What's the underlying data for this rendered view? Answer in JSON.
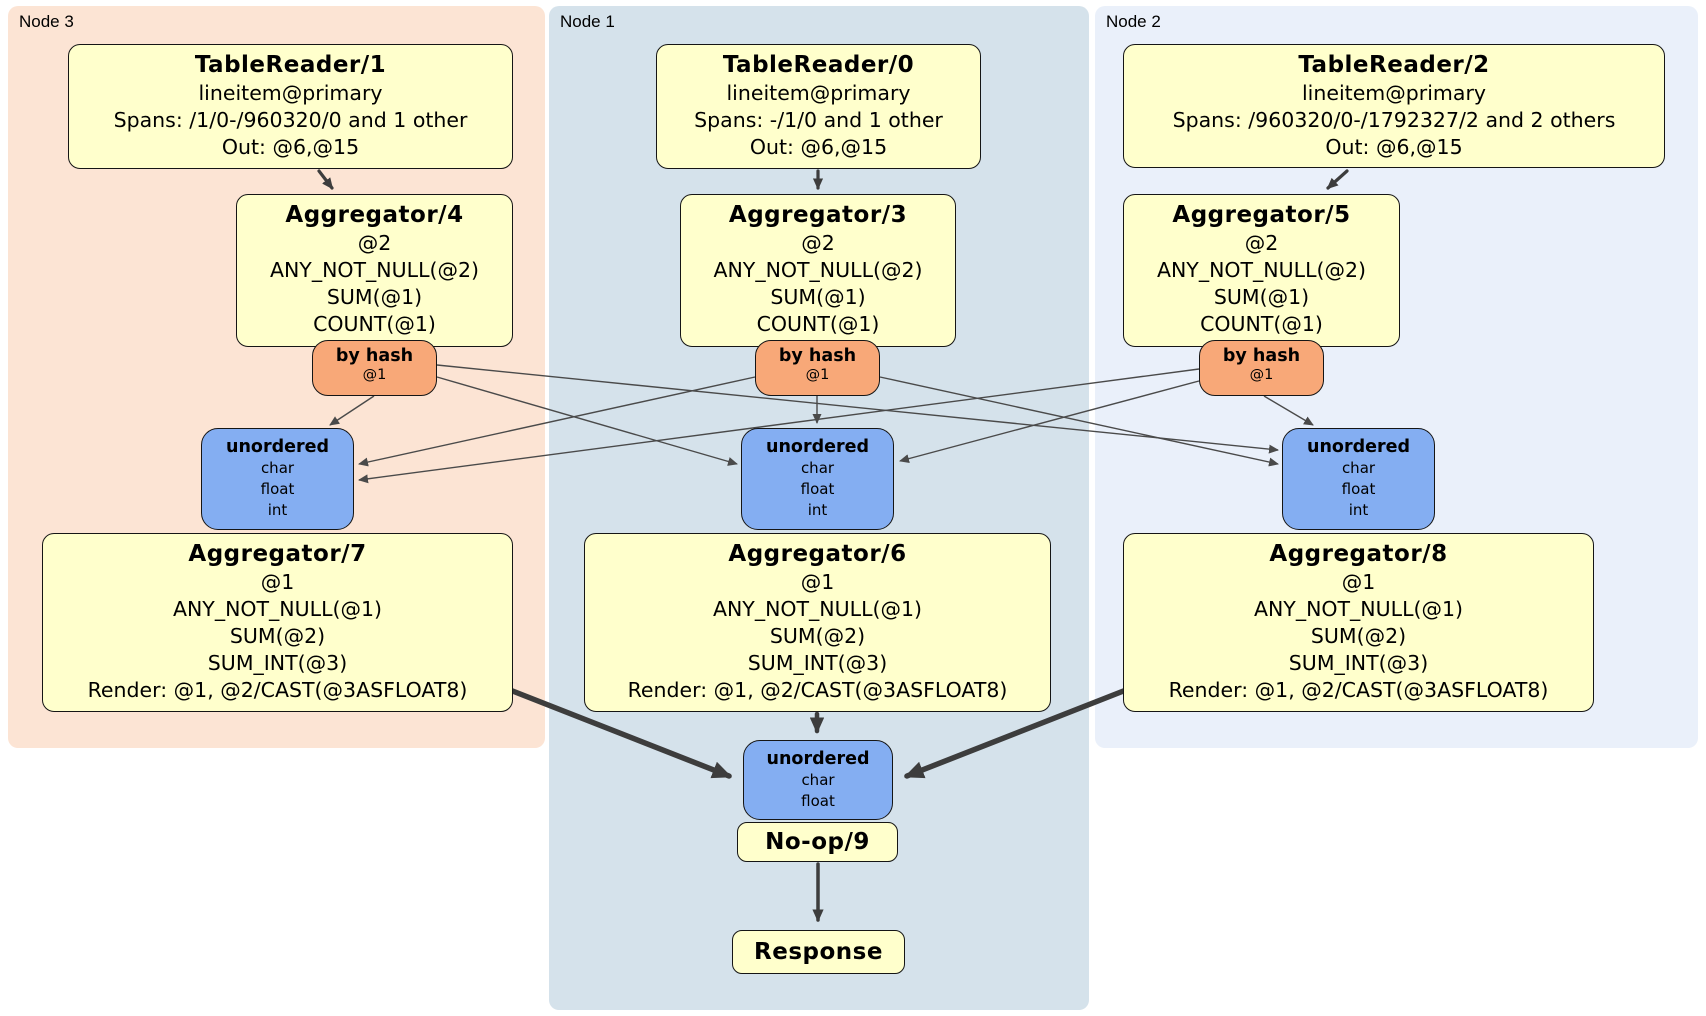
{
  "colors": {
    "node3_bg": "#fce4d4",
    "node1_bg": "#d5e2eb",
    "node2_bg": "#eaf0fa",
    "processor_fill": "#ffffcc",
    "router_fill": "#f8a878",
    "sync_fill": "#84aef2",
    "edge": "#404040"
  },
  "nodes": [
    {
      "label": "Node 3",
      "table_reader": {
        "title": "TableReader/1",
        "lines": [
          "lineitem@primary",
          "Spans: /1/0-/960320/0 and 1 other",
          "Out: @6,@15"
        ]
      },
      "aggregator": {
        "title": "Aggregator/4",
        "lines": [
          "@2",
          "ANY_NOT_NULL(@2)",
          "SUM(@1)",
          "COUNT(@1)"
        ]
      },
      "router": {
        "title": "by hash",
        "detail": "@1"
      },
      "sync": {
        "title": "unordered",
        "lines": [
          "char",
          "float",
          "int"
        ]
      },
      "final_aggregator": {
        "title": "Aggregator/7",
        "lines": [
          "@1",
          "ANY_NOT_NULL(@1)",
          "SUM(@2)",
          "SUM_INT(@3)",
          "Render: @1, @2/CAST(@3ASFLOAT8)"
        ]
      }
    },
    {
      "label": "Node 1",
      "table_reader": {
        "title": "TableReader/0",
        "lines": [
          "lineitem@primary",
          "Spans: -/1/0 and 1 other",
          "Out: @6,@15"
        ]
      },
      "aggregator": {
        "title": "Aggregator/3",
        "lines": [
          "@2",
          "ANY_NOT_NULL(@2)",
          "SUM(@1)",
          "COUNT(@1)"
        ]
      },
      "router": {
        "title": "by hash",
        "detail": "@1"
      },
      "sync": {
        "title": "unordered",
        "lines": [
          "char",
          "float",
          "int"
        ]
      },
      "final_aggregator": {
        "title": "Aggregator/6",
        "lines": [
          "@1",
          "ANY_NOT_NULL(@1)",
          "SUM(@2)",
          "SUM_INT(@3)",
          "Render: @1, @2/CAST(@3ASFLOAT8)"
        ]
      }
    },
    {
      "label": "Node 2",
      "table_reader": {
        "title": "TableReader/2",
        "lines": [
          "lineitem@primary",
          "Spans: /960320/0-/1792327/2 and 2 others",
          "Out: @6,@15"
        ]
      },
      "aggregator": {
        "title": "Aggregator/5",
        "lines": [
          "@2",
          "ANY_NOT_NULL(@2)",
          "SUM(@1)",
          "COUNT(@1)"
        ]
      },
      "router": {
        "title": "by hash",
        "detail": "@1"
      },
      "sync": {
        "title": "unordered",
        "lines": [
          "char",
          "float",
          "int"
        ]
      },
      "final_aggregator": {
        "title": "Aggregator/8",
        "lines": [
          "@1",
          "ANY_NOT_NULL(@1)",
          "SUM(@2)",
          "SUM_INT(@3)",
          "Render: @1, @2/CAST(@3ASFLOAT8)"
        ]
      }
    }
  ],
  "final": {
    "sync": {
      "title": "unordered",
      "lines": [
        "char",
        "float"
      ]
    },
    "noop": {
      "title": "No-op/9"
    },
    "response": {
      "title": "Response"
    }
  }
}
